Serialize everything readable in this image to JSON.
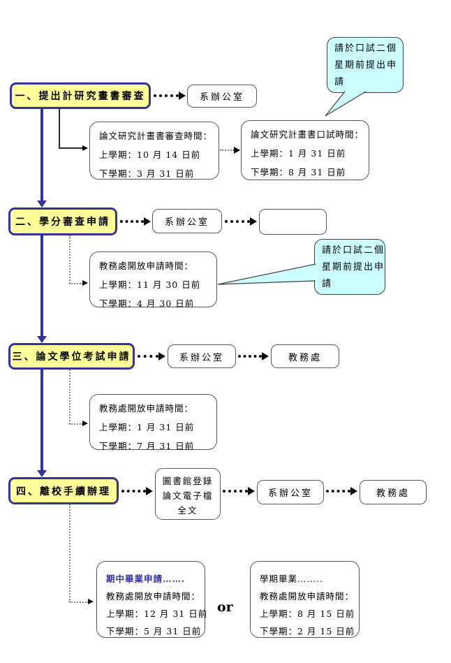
{
  "palette": {
    "step_fill": "#FFFF99",
    "step_border": "#333399",
    "spine": "#333399",
    "bubble_fill": "#CCFFFF",
    "highlight_text": "#333399"
  },
  "steps": {
    "s1": "一、提出計研究畫書審查",
    "s2": "二、學分審查申請",
    "s3": "三、論文學位考試申請",
    "s4": "四、離校手續辦理"
  },
  "nodes": {
    "office": "系辦公室",
    "dept": "教務處",
    "library": [
      "圖書館登錄",
      "論文電子檔",
      "全文"
    ],
    "empty": ""
  },
  "bubble_note": "請於口試二個星期前提出申請",
  "details": {
    "review": [
      "論文研究計畫書審查時間：",
      "上學期：10 月 14 日前",
      "下學期：3 月 31 日前"
    ],
    "oral": [
      "論文研究計畫書口試時間：",
      "上學期：1 月 31 日前",
      "下學期：8 月 31 日前"
    ],
    "credit": [
      "教務處開放申請時間：",
      "上學期：11 月 30 日前",
      "下學期：4 月 30 日前"
    ],
    "exam": [
      "教務處開放申請時間：",
      "上學期：1 月 31 日前",
      "下學期：7 月 31 日前"
    ],
    "midterm": [
      "期中畢業申請…….",
      "教務處開放申請時間：",
      "上學期：12 月 31 日前",
      "下學期：5 月 31 日前"
    ],
    "semester": [
      "學期畢業……..",
      "教務處開放申請時間：",
      "上學期：8 月 15 日前",
      "下學期：2 月 15 日前"
    ]
  },
  "or_label": "or"
}
